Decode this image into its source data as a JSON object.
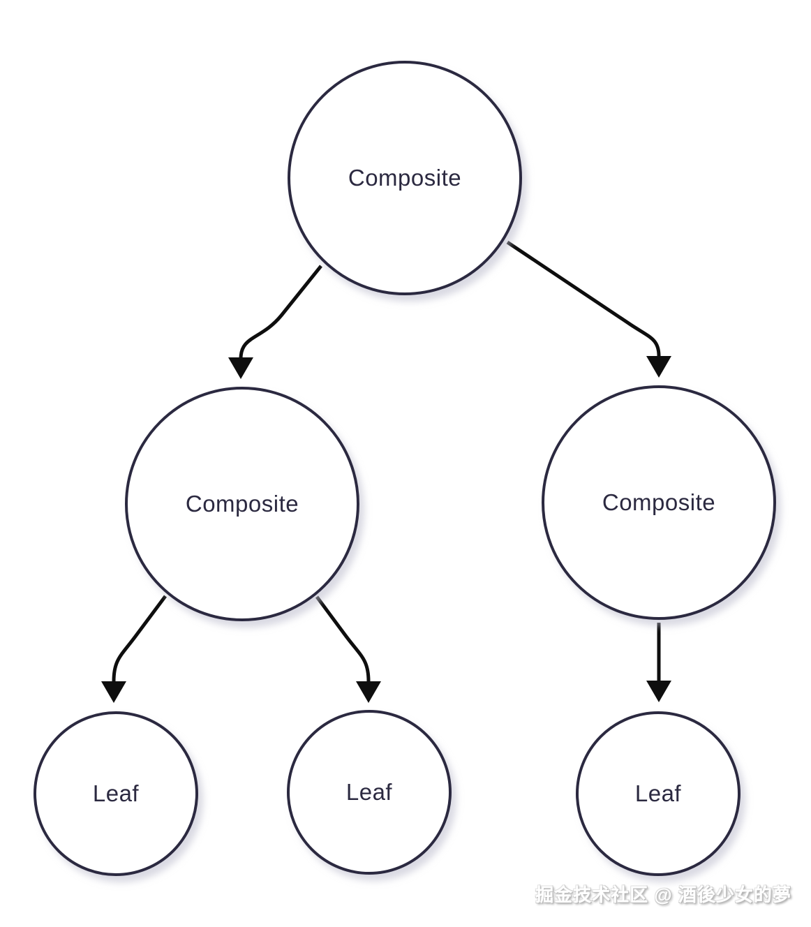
{
  "diagram": {
    "type": "tree",
    "nodes": [
      {
        "id": "root",
        "label": "Composite",
        "level": 0
      },
      {
        "id": "composite-left",
        "label": "Composite",
        "level": 1
      },
      {
        "id": "composite-right",
        "label": "Composite",
        "level": 1
      },
      {
        "id": "leaf-left",
        "label": "Leaf",
        "level": 2
      },
      {
        "id": "leaf-middle",
        "label": "Leaf",
        "level": 2
      },
      {
        "id": "leaf-right",
        "label": "Leaf",
        "level": 2
      }
    ],
    "edges": [
      {
        "from": "root",
        "to": "composite-left"
      },
      {
        "from": "root",
        "to": "composite-right"
      },
      {
        "from": "composite-left",
        "to": "leaf-left"
      },
      {
        "from": "composite-left",
        "to": "leaf-middle"
      },
      {
        "from": "composite-right",
        "to": "leaf-right"
      }
    ],
    "colors": {
      "node_border": "#2b2940",
      "node_fill": "#ffffff",
      "node_label": "#2b2940",
      "arrow": "#0e0e0e",
      "background": "#ffffff"
    }
  },
  "watermark": {
    "text": "掘金技术社区 @ 酒後少女的夢"
  }
}
